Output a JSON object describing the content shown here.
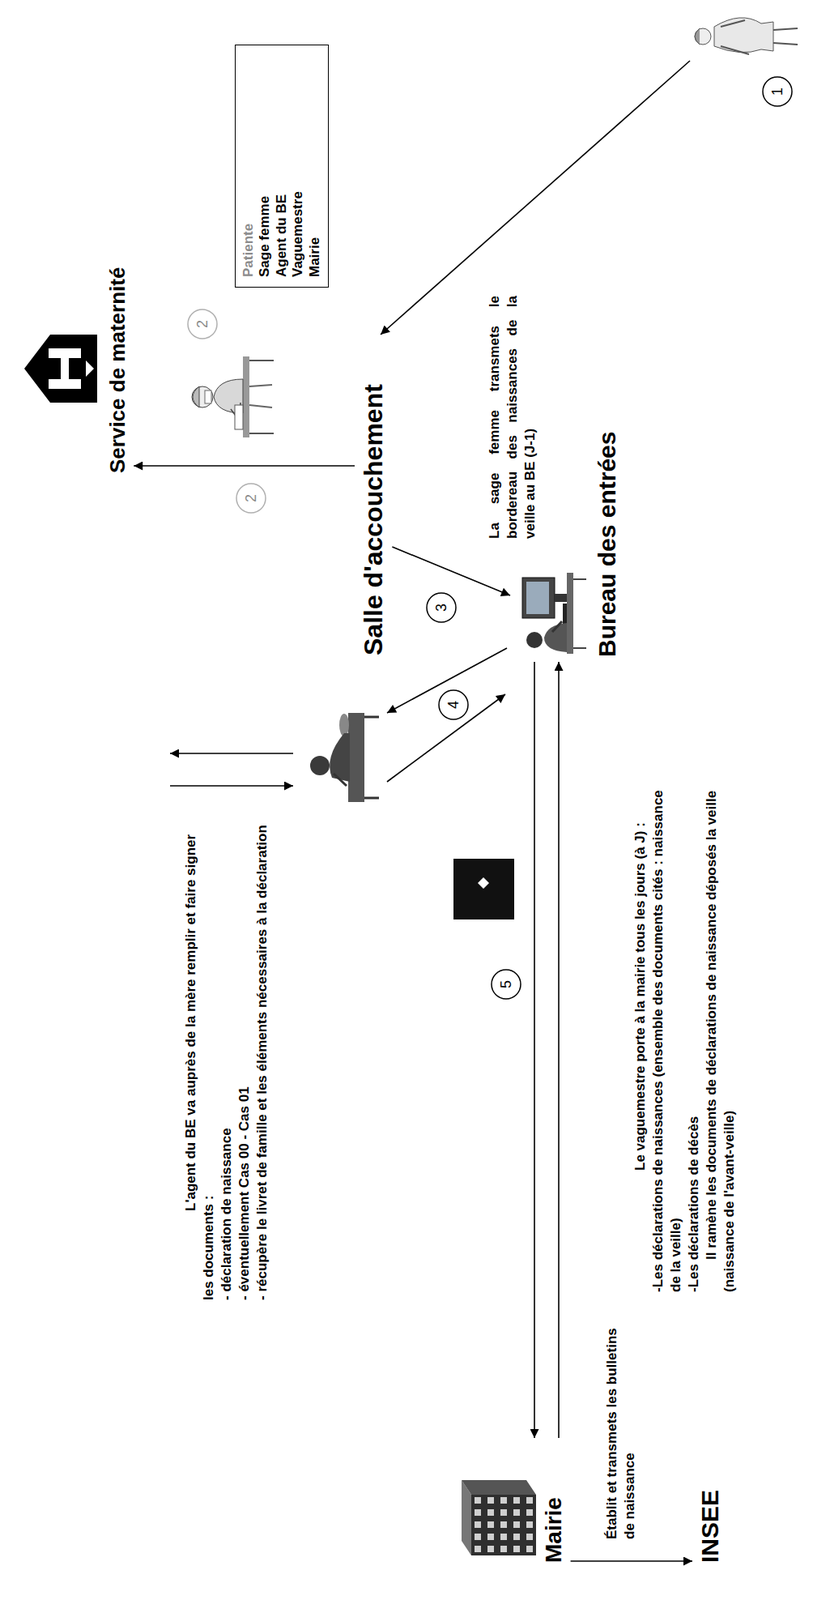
{
  "diagram": {
    "nodes": [
      {
        "text": [
          "Service de maternité"
        ]
      },
      {
        "text": [
          "Patiente",
          "Sage femme",
          "Agent du BE",
          "Vaguemestre",
          "Mairie"
        ]
      },
      {
        "text": [
          "Salle d'accouchement"
        ]
      },
      {
        "text": [
          "Bureau des entrées"
        ]
      },
      {
        "text": [
          "Mairie"
        ]
      },
      {
        "text": [
          "INSEE"
        ]
      }
    ],
    "edges": [
      {
        "from": 2,
        "to": 0,
        "arrow": "to"
      },
      {
        "from": 2,
        "to": 3,
        "arrow": "to"
      },
      {
        "from": 3,
        "to": 4,
        "arrow": "to"
      },
      {
        "from": 4,
        "to": 3,
        "arrow": "to"
      },
      {
        "from": 4,
        "to": 5,
        "arrow": "to"
      }
    ],
    "labels": [
      "1",
      "2",
      "2",
      "3",
      "4",
      "5",
      "La sage femme transmets le bordereau des naissances de la veille au BE (J-1)",
      "L'agent du BE va auprès de la mère remplir et faire signer les documents :",
      "- déclaration de naissance",
      "- éventuellement Cas 00 - Cas 01",
      "- récupère le livret de famille et les éléments nécessaires à la déclaration",
      "Le vaguemestre porte à la mairie tous les jours (à J) :",
      "-Les déclarations de naissances (ensemble des documents cités : naissance de la veille)",
      "-Les déclarations de décès",
      "Il ramène les documents de déclarations de naissance déposés la veille (naissance de l'avant-veille)",
      "Établit et transmets les bulletins de naissance"
    ]
  }
}
